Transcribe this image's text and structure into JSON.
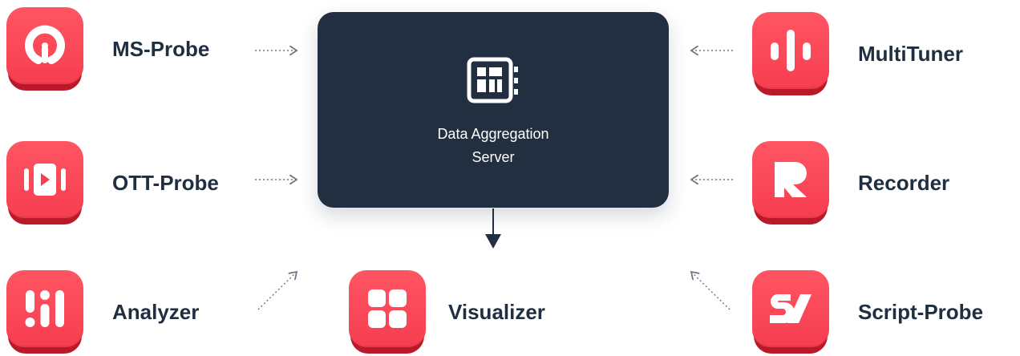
{
  "server": {
    "title": "Data Aggregation Server",
    "icon": "server-chip-icon"
  },
  "nodes": [
    {
      "label": "MS-Probe",
      "icon": "ms-probe-icon"
    },
    {
      "label": "OTT-Probe",
      "icon": "ott-probe-icon"
    },
    {
      "label": "Analyzer",
      "icon": "analyzer-icon"
    },
    {
      "label": "Visualizer",
      "icon": "visualizer-icon"
    },
    {
      "label": "MultiTuner",
      "icon": "multituner-icon"
    },
    {
      "label": "Recorder",
      "icon": "recorder-icon"
    },
    {
      "label": "Script-Probe",
      "icon": "script-probe-icon"
    }
  ],
  "colors": {
    "tile": "#f63e50",
    "tile_shadow": "#b81a2a",
    "server": "#212f41",
    "label": "#1f2e40",
    "connector": "#6d7785"
  }
}
